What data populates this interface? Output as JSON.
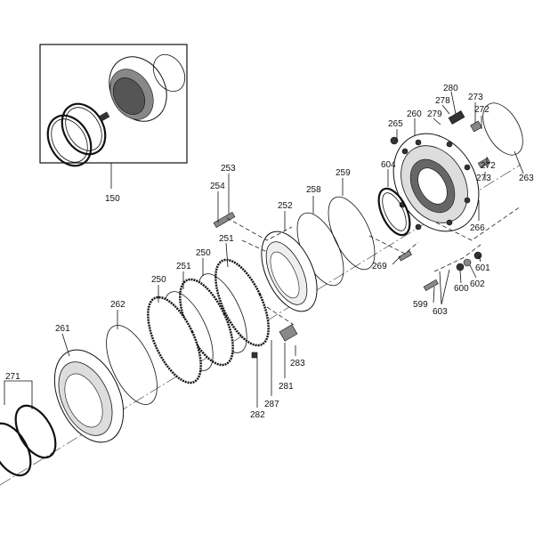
{
  "labels": {
    "l150": "150",
    "l253": "253",
    "l254": "254",
    "l252": "252",
    "l258": "258",
    "l259": "259",
    "l604": "604",
    "l265": "265",
    "l260": "260",
    "l279": "279",
    "l278": "278",
    "l280": "280",
    "l273a": "273",
    "l272a": "272",
    "l272b": "272",
    "l273b": "273",
    "l263": "263",
    "l266": "266",
    "l269": "269",
    "l601": "601",
    "l602": "602",
    "l600": "600",
    "l599": "599",
    "l603": "603",
    "l251a": "251",
    "l250a": "250",
    "l251b": "251",
    "l250b": "250",
    "l262": "262",
    "l261": "261",
    "l271": "271",
    "l283": "283",
    "l281": "281",
    "l287": "287",
    "l282": "282"
  }
}
